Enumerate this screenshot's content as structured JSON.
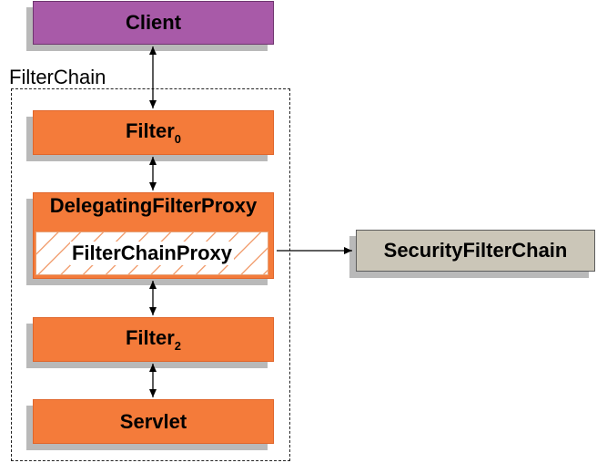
{
  "nodes": {
    "client": "Client",
    "filter_chain": "FilterChain",
    "filter0": {
      "name": "Filter",
      "sub": "0"
    },
    "delegating": "DelegatingFilterProxy",
    "filter_chain_proxy": "FilterChainProxy",
    "filter2": {
      "name": "Filter",
      "sub": "2"
    },
    "servlet": "Servlet",
    "security_filter_chain": "SecurityFilterChain"
  },
  "colors": {
    "client": "#a85aa8",
    "filter": "#f47b3a",
    "security_filter_chain": "#cbc6b8",
    "shadow": "#b9b9b9"
  }
}
